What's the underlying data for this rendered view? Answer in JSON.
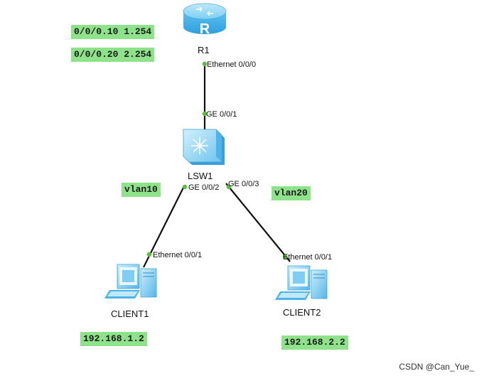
{
  "devices": {
    "router": {
      "name": "R1",
      "port_down": "Ethernet 0/0/0"
    },
    "switch": {
      "name": "LSW1",
      "port_up": "GE 0/0/1",
      "port_left": "GE 0/0/2",
      "port_right": "GE 0/0/3"
    },
    "client1": {
      "name": "CLIENT1",
      "port": "Ethernet 0/0/1",
      "ip": "192.168.1.2"
    },
    "client2": {
      "name": "CLIENT2",
      "port": "Ethernet 0/0/1",
      "ip": "192.168.2.2"
    }
  },
  "notes": {
    "subif1": "0/0/0.10 1.254",
    "subif2": "0/0/0.20 2.254",
    "vlan_left": "vlan10",
    "vlan_right": "vlan20"
  },
  "colors": {
    "label_bg": "#8ee38a",
    "link": "#111111",
    "port_dot": "#56c23a",
    "device_blue": "#4fb3ea"
  },
  "icons": {
    "router": "router-icon",
    "switch": "switch-icon",
    "pc": "pc-icon"
  },
  "watermark": "CSDN @Can_Yue_"
}
